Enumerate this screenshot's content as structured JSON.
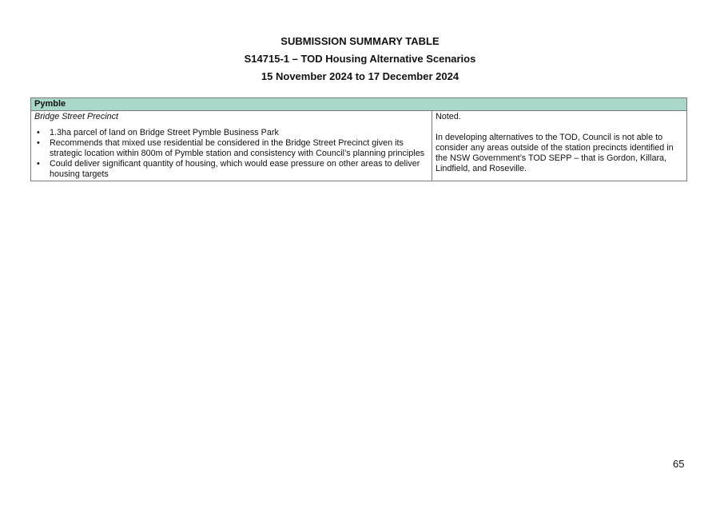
{
  "header": {
    "title": "SUBMISSION SUMMARY TABLE",
    "subtitle": "S14715-1 – TOD Housing Alternative Scenarios",
    "date_range": "15 November 2024 to 17 December 2024"
  },
  "table": {
    "section": "Pymble",
    "subheading": "Bridge Street Precinct",
    "submissions": [
      "1.3ha parcel of land on Bridge Street Pymble Business Park",
      "Recommends that mixed use residential be considered in the Bridge Street Precinct given its strategic location within 800m of Pymble station and consistency with Council’s planning principles",
      "Could deliver significant quantity of housing, which would ease pressure on other areas to deliver housing targets"
    ],
    "response": [
      "Noted.",
      "In developing alternatives to the TOD, Council is not able to consider any areas outside of the station precincts identified in the NSW Government’s TOD SEPP – that is Gordon, Killara, Lindfield, and Roseville."
    ],
    "header_color": "#a9d8ca"
  },
  "footer": {
    "page_number": "65"
  }
}
